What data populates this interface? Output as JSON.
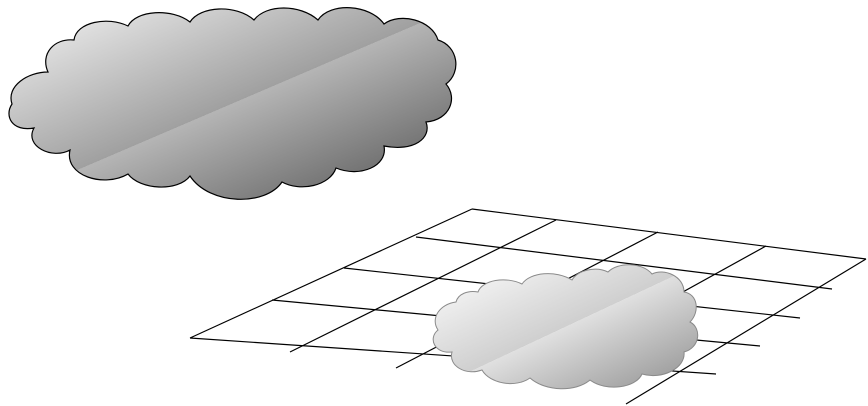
{
  "diagram": {
    "elements": [
      {
        "name": "cloud",
        "icon": "cloud-icon",
        "fill": "gradient-dark-gray"
      },
      {
        "name": "grid-plane",
        "icon": "grid-icon",
        "rows": 4,
        "columns": 4
      },
      {
        "name": "cloud-shadow",
        "icon": "cloud-icon",
        "fill": "gradient-light-gray"
      }
    ]
  },
  "colors": {
    "line": "#000000",
    "cloud_light": "#f5f5f5",
    "cloud_mid": "#9a9a9a",
    "cloud_dark": "#555555",
    "shadow_light": "#ffffff",
    "shadow_dark": "#9c9c9c",
    "shadow_outline": "#8a8a8a"
  }
}
